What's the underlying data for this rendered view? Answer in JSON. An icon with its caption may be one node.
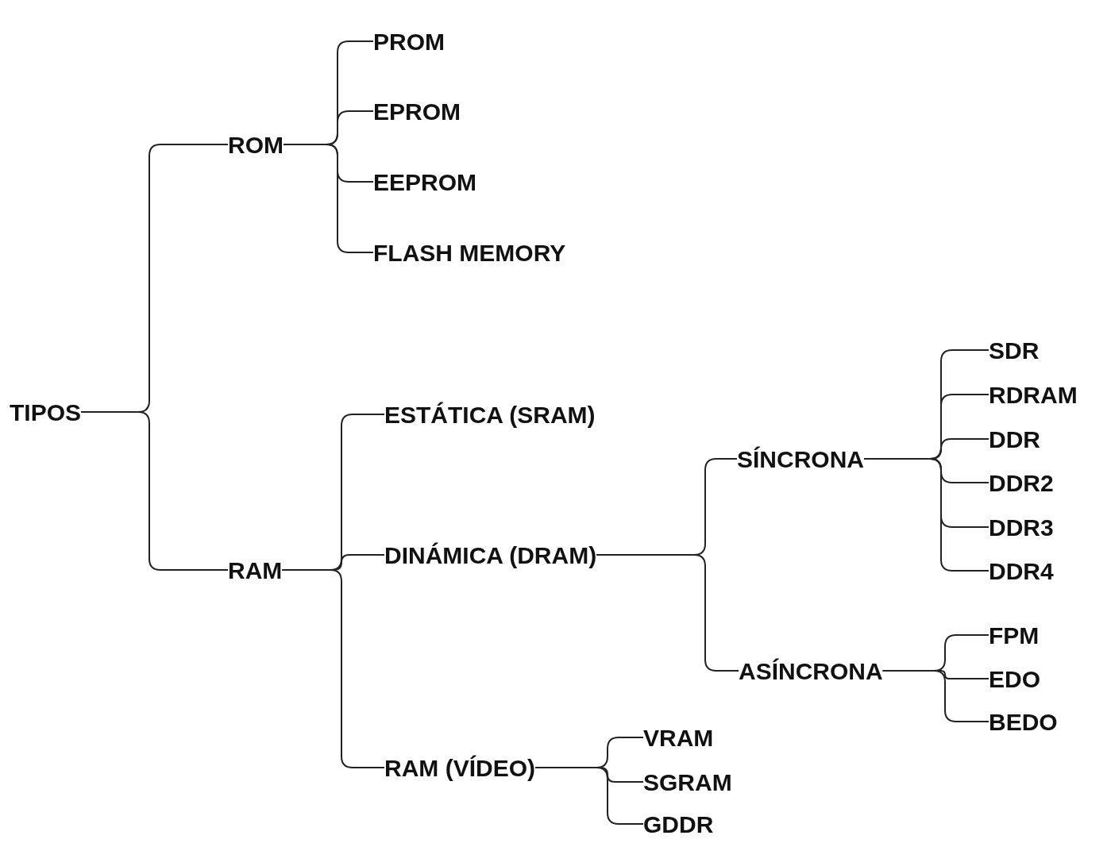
{
  "diagram": {
    "nodes": [
      {
        "text": [
          "TIPOS"
        ]
      },
      {
        "text": [
          "ROM"
        ]
      },
      {
        "text": [
          "PROM"
        ]
      },
      {
        "text": [
          "EPROM"
        ]
      },
      {
        "text": [
          "EEPROM"
        ]
      },
      {
        "text": [
          "FLASH MEMORY"
        ]
      },
      {
        "text": [
          "RAM"
        ]
      },
      {
        "text": [
          "ESTÁTICA (SRAM)"
        ]
      },
      {
        "text": [
          "DINÁMICA (DRAM)"
        ]
      },
      {
        "text": [
          "SÍNCRONA"
        ]
      },
      {
        "text": [
          "SDR"
        ]
      },
      {
        "text": [
          "RDRAM"
        ]
      },
      {
        "text": [
          "DDR"
        ]
      },
      {
        "text": [
          "DDR2"
        ]
      },
      {
        "text": [
          "DDR3"
        ]
      },
      {
        "text": [
          "DDR4"
        ]
      },
      {
        "text": [
          "ASÍNCRONA"
        ]
      },
      {
        "text": [
          "FPM"
        ]
      },
      {
        "text": [
          "EDO"
        ]
      },
      {
        "text": [
          "BEDO"
        ]
      },
      {
        "text": [
          "RAM (VÍDEO)"
        ]
      },
      {
        "text": [
          "VRAM"
        ]
      },
      {
        "text": [
          "SGRAM"
        ]
      },
      {
        "text": [
          "GDDR"
        ]
      }
    ],
    "edges": [
      {
        "from": 0,
        "to": 1,
        "arrow": "none"
      },
      {
        "from": 0,
        "to": 6,
        "arrow": "none"
      },
      {
        "from": 1,
        "to": 2,
        "arrow": "none"
      },
      {
        "from": 1,
        "to": 3,
        "arrow": "none"
      },
      {
        "from": 1,
        "to": 4,
        "arrow": "none"
      },
      {
        "from": 1,
        "to": 5,
        "arrow": "none"
      },
      {
        "from": 6,
        "to": 7,
        "arrow": "none"
      },
      {
        "from": 6,
        "to": 8,
        "arrow": "none"
      },
      {
        "from": 6,
        "to": 20,
        "arrow": "none"
      },
      {
        "from": 8,
        "to": 9,
        "arrow": "none"
      },
      {
        "from": 8,
        "to": 16,
        "arrow": "none"
      },
      {
        "from": 9,
        "to": 10,
        "arrow": "none"
      },
      {
        "from": 9,
        "to": 11,
        "arrow": "none"
      },
      {
        "from": 9,
        "to": 12,
        "arrow": "none"
      },
      {
        "from": 9,
        "to": 13,
        "arrow": "none"
      },
      {
        "from": 9,
        "to": 14,
        "arrow": "none"
      },
      {
        "from": 9,
        "to": 15,
        "arrow": "none"
      },
      {
        "from": 16,
        "to": 17,
        "arrow": "none"
      },
      {
        "from": 16,
        "to": 18,
        "arrow": "none"
      },
      {
        "from": 16,
        "to": 19,
        "arrow": "none"
      },
      {
        "from": 20,
        "to": 21,
        "arrow": "none"
      },
      {
        "from": 20,
        "to": 22,
        "arrow": "none"
      },
      {
        "from": 20,
        "to": 23,
        "arrow": "none"
      }
    ]
  }
}
